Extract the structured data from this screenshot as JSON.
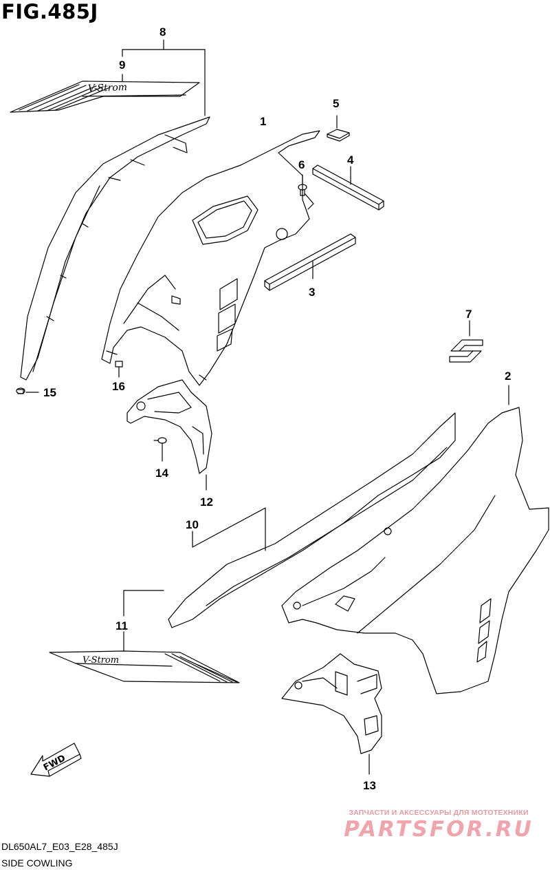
{
  "figure": {
    "title": "FIG.485J",
    "code": "DL650AL7_E03_E28_485J",
    "caption": "SIDE COWLING"
  },
  "callouts": [
    "1",
    "2",
    "3",
    "4",
    "5",
    "6",
    "7",
    "8",
    "9",
    "10",
    "11",
    "12",
    "13",
    "14",
    "15",
    "16"
  ],
  "decal_text": {
    "upper": "V-Strom",
    "lower": "V-Strom"
  },
  "fwd_label": "FWD",
  "watermark": {
    "top_line": "ЗАПЧАСТИ И АКСЕССУАРЫ ДЛЯ МОТОТЕХНИКИ",
    "brand": "PARTSFOR.RU",
    "color": "#f2a4ad"
  }
}
